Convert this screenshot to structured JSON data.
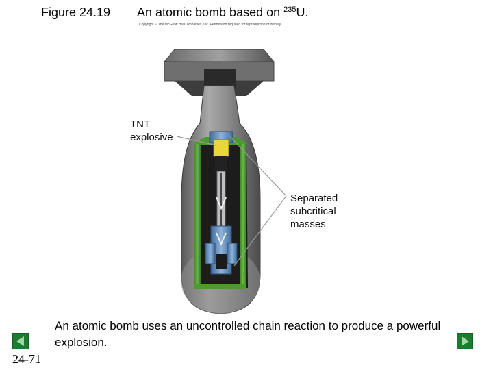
{
  "header": {
    "figure_number": "Figure 24.19",
    "title_prefix": "An atomic bomb based on ",
    "isotope_mass": "235",
    "isotope_symbol": "U."
  },
  "copyright": "Copyright © The McGraw Hill Companies, Inc. Permission required for reproduction or display.",
  "labels": {
    "tnt": "TNT\nexplosive",
    "masses": "Separated\nsubcritical\nmasses"
  },
  "caption": "An atomic bomb uses an uncontrolled chain reaction to produce a powerful explosion.",
  "slide_number": "24-71",
  "nav": {
    "prev_icon": "triangle-left-icon",
    "next_icon": "triangle-right-icon",
    "color": "#1e7a2e"
  }
}
